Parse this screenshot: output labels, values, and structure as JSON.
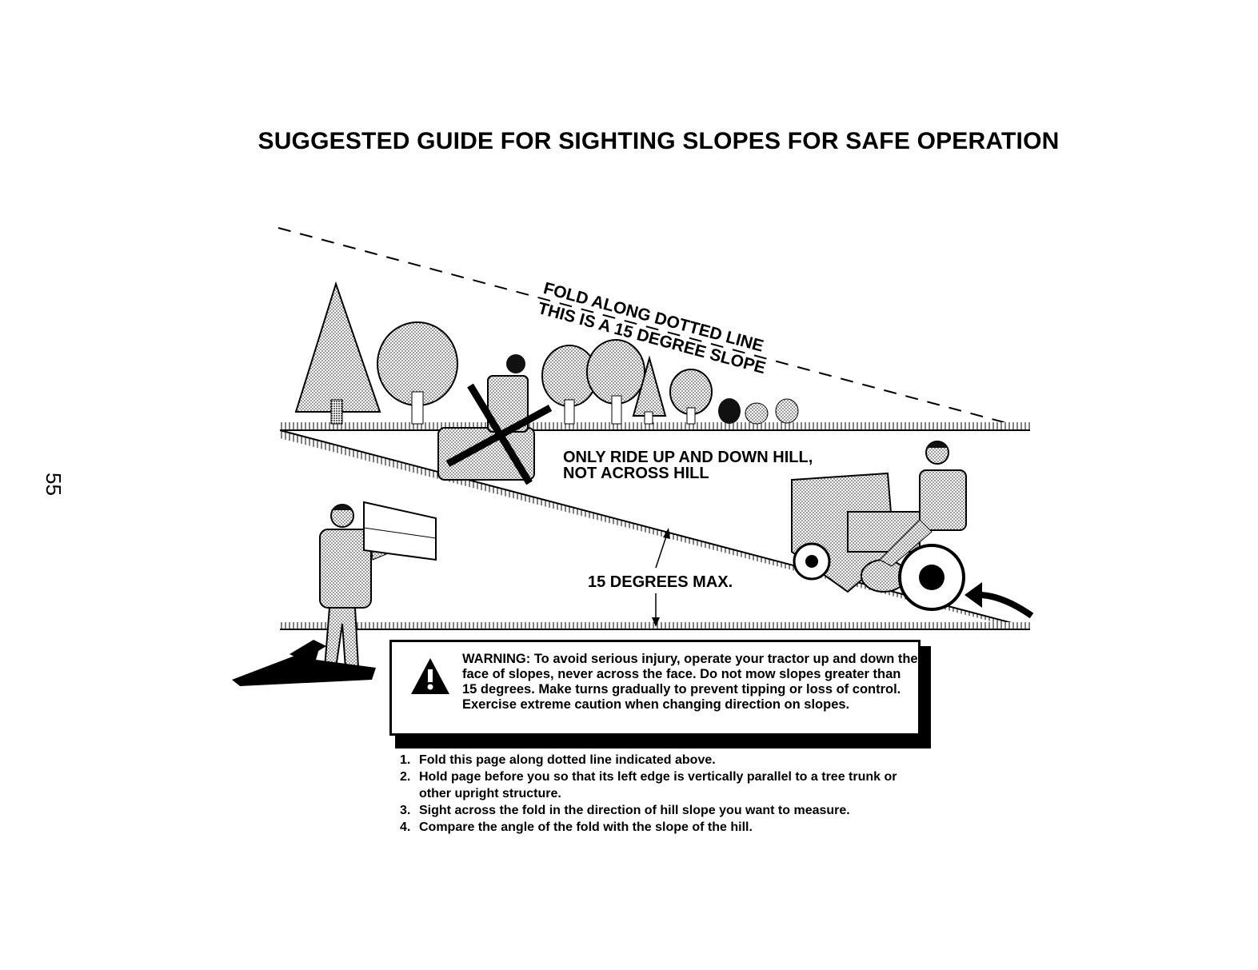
{
  "page": {
    "title": "SUGGESTED GUIDE FOR SIGHTING SLOPES FOR SAFE OPERATION",
    "page_number": "55"
  },
  "diagram": {
    "fold_label": "FOLD ALONG DOTTED LINE",
    "slope_label": "THIS IS A 15 DEGREE SLOPE",
    "ride_instruction": [
      "ONLY RIDE UP AND DOWN HILL,",
      "NOT ACROSS HILL"
    ],
    "angle_label": "15 DEGREES MAX."
  },
  "warning": {
    "text": "WARNING: To avoid serious injury, operate your tractor up and down the face of slopes, never across the face. Do not mow slopes greater than 15 degrees. Make turns gradually to prevent tipping or loss of control. Exercise extreme caution when changing direction on slopes.",
    "icon": "warning-triangle-icon"
  },
  "instructions": [
    {
      "num": "1.",
      "text": "Fold this page along dotted line indicated above."
    },
    {
      "num": "2.",
      "text": "Hold page before you so that its left edge is vertically parallel to a tree trunk or other upright structure."
    },
    {
      "num": "3.",
      "text": "Sight across the fold in the direction of hill slope you want to measure."
    },
    {
      "num": "4.",
      "text": "Compare the angle of the fold with the slope of the hill."
    }
  ]
}
